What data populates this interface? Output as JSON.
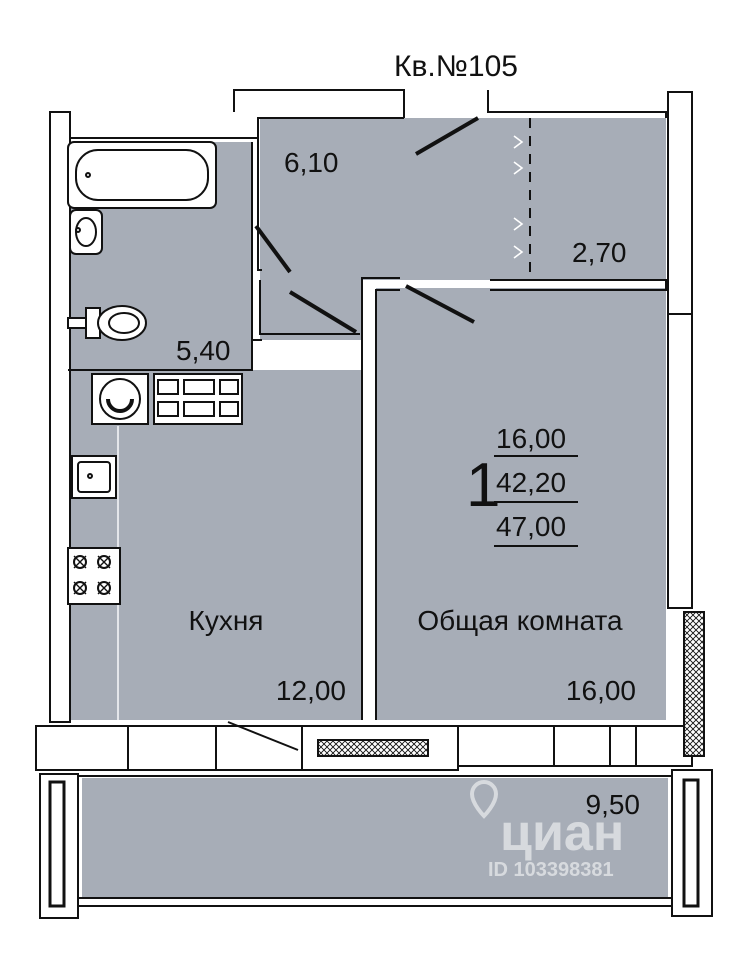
{
  "apartment_label": "Кв.№105",
  "rooms": {
    "hall_area": "6,10",
    "wardrobe_area": "2,70",
    "bathroom_area": "5,40",
    "kitchen_name": "Кухня",
    "kitchen_area": "12,00",
    "living_name": "Общая комната",
    "living_area": "16,00",
    "balcony_area": "9,50"
  },
  "summary": {
    "room_count": "1",
    "living_area": "16,00",
    "total_area": "42,20",
    "total_with_balcony": "47,00"
  },
  "watermark": {
    "brand": "циан",
    "id": "ID 103398381"
  },
  "colors": {
    "floor": "#a7adb7",
    "wall": "#111111",
    "paper": "#ffffff"
  }
}
